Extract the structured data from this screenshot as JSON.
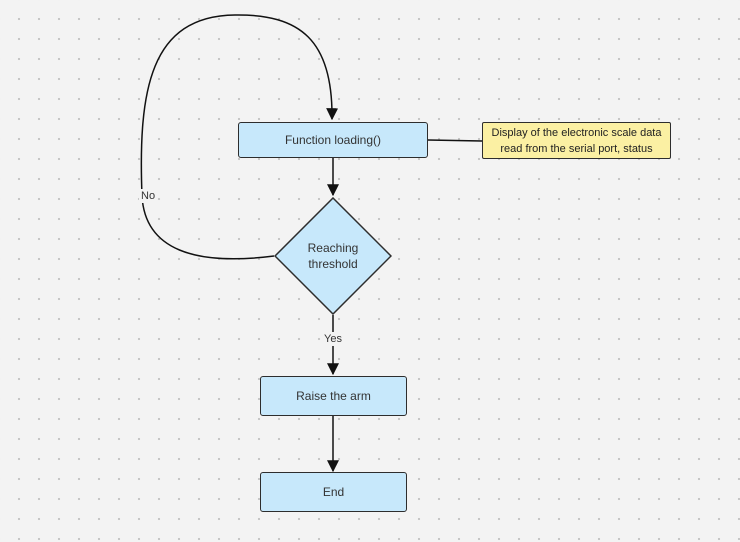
{
  "nodes": {
    "function_loading": "Function loading()",
    "note": "Display of the electronic scale data read from the serial port, status",
    "decision": "Reaching threshold",
    "raise_arm": "Raise the arm",
    "end": "End"
  },
  "edges": {
    "no_label": "No",
    "yes_label": "Yes"
  },
  "colors": {
    "process_fill": "#c7e8fb",
    "note_fill": "#fbf0a3",
    "stroke": "#2d2d2d",
    "background": "#f3f3f3"
  }
}
